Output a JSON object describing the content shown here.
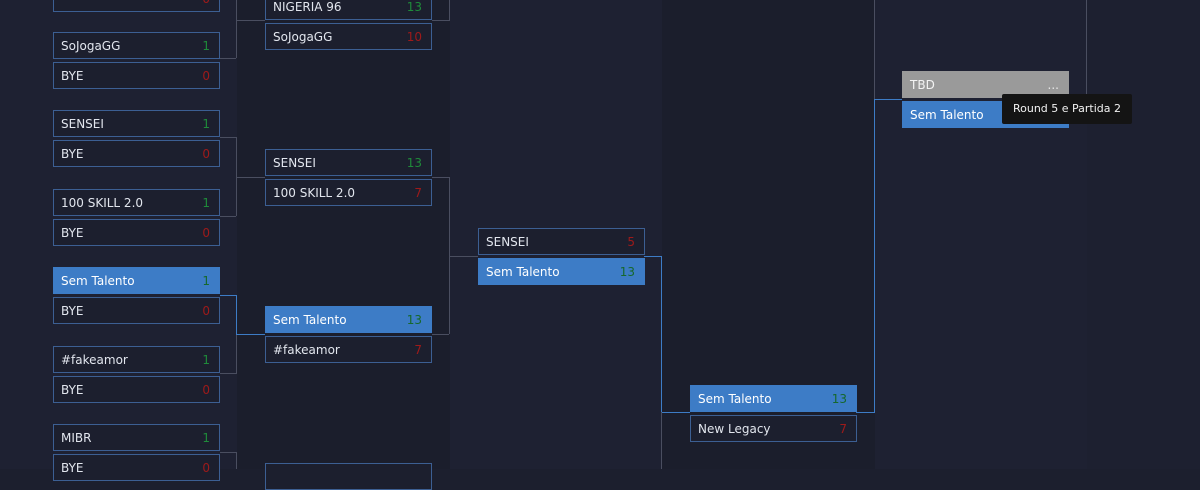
{
  "round1": [
    {
      "name": "SoJogaGG",
      "score": "1",
      "result": "win"
    },
    {
      "name": "BYE",
      "score": "0",
      "result": "lose"
    },
    {
      "name": "SENSEI",
      "score": "1",
      "result": "win"
    },
    {
      "name": "BYE",
      "score": "0",
      "result": "lose"
    },
    {
      "name": "100 SKILL 2.0",
      "score": "1",
      "result": "win"
    },
    {
      "name": "BYE",
      "score": "0",
      "result": "lose"
    },
    {
      "name": "Sem Talento",
      "score": "1",
      "result": "win"
    },
    {
      "name": "BYE",
      "score": "0",
      "result": "lose"
    },
    {
      "name": "#fakeamor",
      "score": "1",
      "result": "win"
    },
    {
      "name": "BYE",
      "score": "0",
      "result": "lose"
    },
    {
      "name": "MIBR",
      "score": "1",
      "result": "win"
    },
    {
      "name": "BYE",
      "score": "0",
      "result": "lose"
    }
  ],
  "round2": [
    {
      "name": "NIGERIA 96",
      "score": "13",
      "result": "win"
    },
    {
      "name": "SoJogaGG",
      "score": "10",
      "result": "lose"
    },
    {
      "name": "SENSEI",
      "score": "13",
      "result": "win"
    },
    {
      "name": "100 SKILL 2.0",
      "score": "7",
      "result": "lose"
    },
    {
      "name": "Sem Talento",
      "score": "13",
      "result": "win"
    },
    {
      "name": "#fakeamor",
      "score": "7",
      "result": "lose"
    }
  ],
  "round3": [
    {
      "name": "SENSEI",
      "score": "5",
      "result": "lose"
    },
    {
      "name": "Sem Talento",
      "score": "13",
      "result": "win"
    }
  ],
  "round4": [
    {
      "name": "Sem Talento",
      "score": "13",
      "result": "win"
    },
    {
      "name": "New Legacy",
      "score": "7",
      "result": "lose"
    }
  ],
  "round5": [
    {
      "name": "TBD",
      "score": "..."
    },
    {
      "name": "Sem Talento",
      "score": ""
    }
  ],
  "tooltip": {
    "text": "Round 5 e Partida 2"
  },
  "colors": {
    "highlight": "#3d7cc6",
    "border": "#3c5f93",
    "win": "#1f8a3a",
    "lose": "#9e1a1a",
    "tbd": "#9a9a9a",
    "background": "#1c1f2e"
  }
}
